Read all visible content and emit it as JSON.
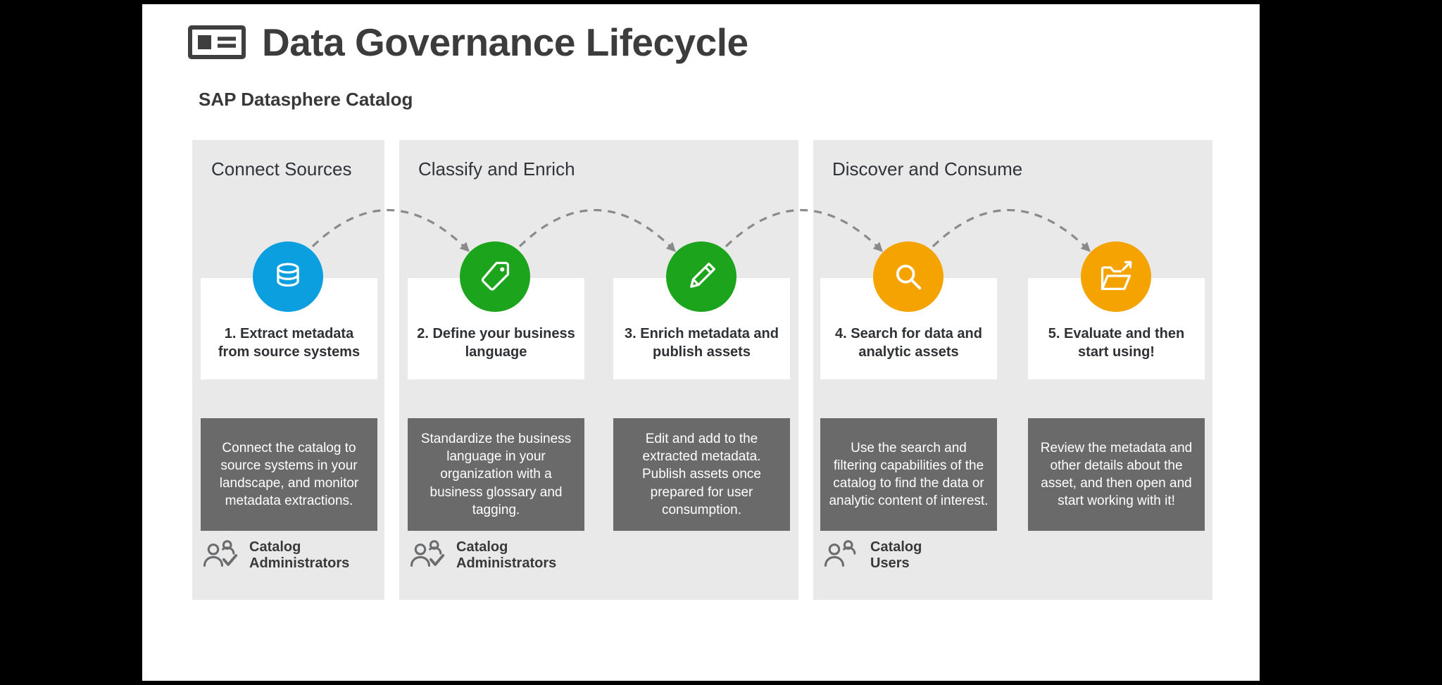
{
  "theme": {
    "panel_bg": "#e9e9e9",
    "description_bg": "#6a6a6a",
    "arrow_color": "#8a8a8a",
    "title_ink": "#3c3c3c",
    "blue": "#0c9fe0",
    "green": "#1ca41c",
    "orange": "#f5a300"
  },
  "header": {
    "title": "Data Governance Lifecycle",
    "subtitle": "SAP Datasphere Catalog"
  },
  "panels": [
    {
      "title": "Connect Sources"
    },
    {
      "title": "Classify and Enrich"
    },
    {
      "title": "Discover and Consume"
    }
  ],
  "steps": [
    {
      "label": "1. Extract metadata from source systems",
      "description": "Connect the catalog to source systems in your landscape, and monitor metadata extractions.",
      "icon": "database-icon",
      "color": "#0c9fe0"
    },
    {
      "label": "2. Define your business language",
      "description": "Standardize the business language in your organization with a business glossary and tagging.",
      "icon": "tag-icon",
      "color": "#1ca41c"
    },
    {
      "label": "3. Enrich metadata and publish assets",
      "description": "Edit and add to the extracted metadata. Publish assets once prepared for user consumption.",
      "icon": "pencil-icon",
      "color": "#1ca41c"
    },
    {
      "label": "4. Search for data and analytic assets",
      "description": "Use the search and filtering capabilities of the catalog to find the data or analytic content of interest.",
      "icon": "search-icon",
      "color": "#f5a300"
    },
    {
      "label": "5. Evaluate and then start using!",
      "description": "Review the metadata and other details about the asset, and then open and start working with it!",
      "icon": "open-folder-icon",
      "color": "#f5a300"
    }
  ],
  "personas": [
    {
      "label": "Catalog\nAdministrators",
      "icon": "people-check-icon"
    },
    {
      "label": "Catalog\nAdministrators",
      "icon": "people-check-icon"
    },
    {
      "label": "Catalog\nUsers",
      "icon": "people-icon"
    }
  ]
}
